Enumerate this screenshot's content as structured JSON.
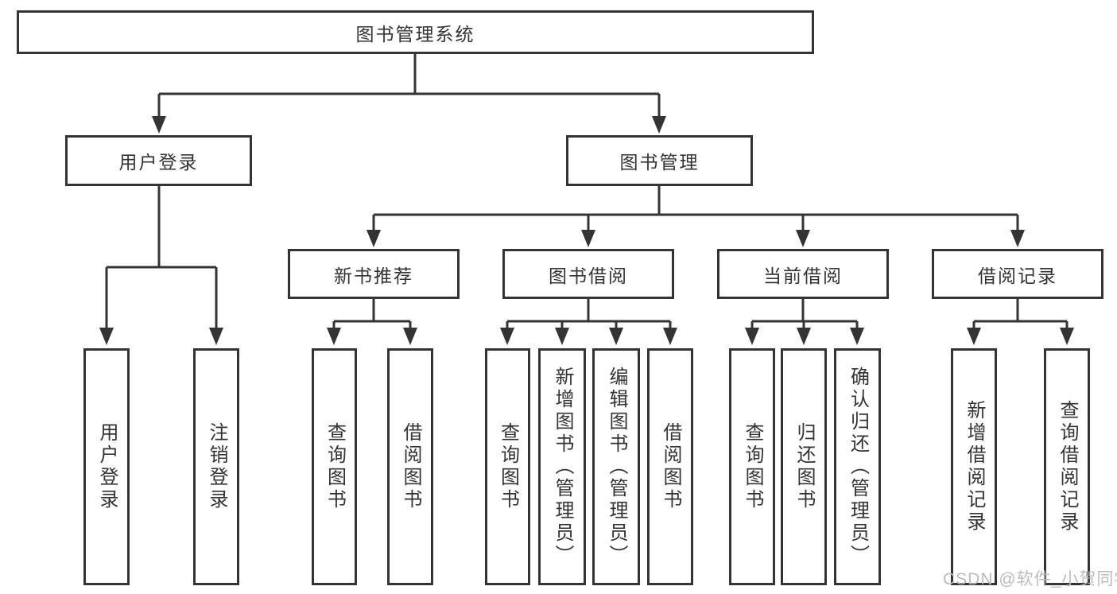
{
  "labels": {
    "root": "图书管理系统",
    "user_login": "用户登录",
    "book_mgmt": "图书管理",
    "sub_user_login": "用户登录",
    "sub_logout": "注销登录",
    "new_rec": "新书推荐",
    "rec_query_book": "查询图书",
    "rec_borrow_book": "借阅图书",
    "book_borrow": "图书借阅",
    "bb_query_book": "查询图书",
    "bb_add_book": "新增图书（管理员）",
    "bb_edit_book": "编辑图书（管理员）",
    "bb_borrow_book": "借阅图书",
    "cur_borrow": "当前借阅",
    "cb_query_book": "查询图书",
    "cb_return_book": "归还图书",
    "cb_confirm_return": "确认归还（管理员）",
    "borrow_records": "借阅记录",
    "br_add_record": "新增借阅记录",
    "br_query_record": "查询借阅记录"
  },
  "watermark": "CSDN @软件_小贺同学",
  "colors": {
    "line": "#343434",
    "text": "#333333",
    "background": "#ffffff",
    "watermark": "#b8b8b8"
  },
  "structure": {
    "root": "图书管理系统",
    "children": [
      {
        "label": "用户登录",
        "children": [
          {
            "label": "用户登录"
          },
          {
            "label": "注销登录"
          }
        ]
      },
      {
        "label": "图书管理",
        "children": [
          {
            "label": "新书推荐",
            "children": [
              {
                "label": "查询图书"
              },
              {
                "label": "借阅图书"
              }
            ]
          },
          {
            "label": "图书借阅",
            "children": [
              {
                "label": "查询图书"
              },
              {
                "label": "新增图书（管理员）"
              },
              {
                "label": "编辑图书（管理员）"
              },
              {
                "label": "借阅图书"
              }
            ]
          },
          {
            "label": "当前借阅",
            "children": [
              {
                "label": "查询图书"
              },
              {
                "label": "归还图书"
              },
              {
                "label": "确认归还（管理员）"
              }
            ]
          },
          {
            "label": "借阅记录",
            "children": [
              {
                "label": "新增借阅记录"
              },
              {
                "label": "查询借阅记录"
              }
            ]
          }
        ]
      }
    ]
  }
}
